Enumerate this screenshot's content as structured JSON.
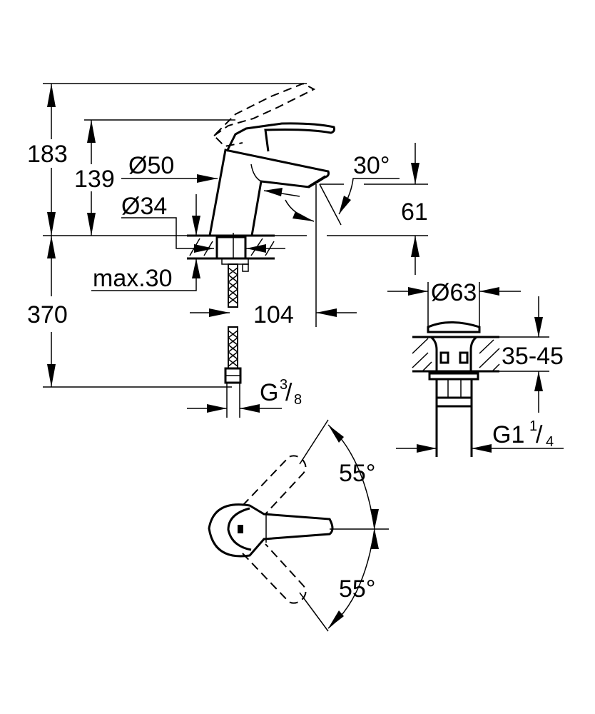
{
  "drawing": {
    "dimensions": {
      "height_lever_raised": "183",
      "height_spout": "139",
      "body_diameter": "Ø50",
      "hole_diameter": "Ø34",
      "max_deck_thickness": "max.30",
      "hose_length": "370",
      "spout_reach": "104",
      "spout_angle": "30°",
      "spout_clearance": "61",
      "connection_thread": "G",
      "connection_thread_num": "3",
      "connection_thread_den": "8",
      "waste_diameter": "Ø63",
      "waste_thickness_range": "35-45",
      "waste_thread": "G1",
      "waste_thread_num": "1",
      "waste_thread_den": "4",
      "lever_rotation_left": "55°",
      "lever_rotation_right": "55°"
    }
  }
}
